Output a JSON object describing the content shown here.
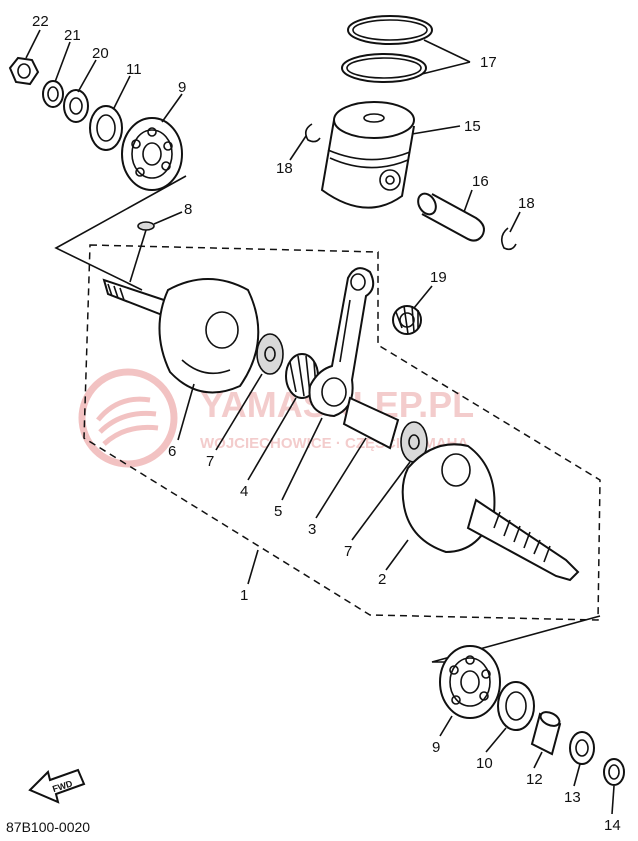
{
  "diagram": {
    "part_number_code": "87B100-0020",
    "fwd_label": "FWD",
    "watermark": {
      "title": "YAMASKLEP.PL",
      "subtitle": "WOJCIECHOWICE · CZĘŚCI YAMAHA"
    },
    "callouts": [
      {
        "key": "c22",
        "text": "22"
      },
      {
        "key": "c21",
        "text": "21"
      },
      {
        "key": "c20",
        "text": "20"
      },
      {
        "key": "c11",
        "text": "11"
      },
      {
        "key": "c9a",
        "text": "9"
      },
      {
        "key": "c17",
        "text": "17"
      },
      {
        "key": "c15",
        "text": "15"
      },
      {
        "key": "c18a",
        "text": "18"
      },
      {
        "key": "c16",
        "text": "16"
      },
      {
        "key": "c18b",
        "text": "18"
      },
      {
        "key": "c8",
        "text": "8"
      },
      {
        "key": "c19",
        "text": "19"
      },
      {
        "key": "c6",
        "text": "6"
      },
      {
        "key": "c7a",
        "text": "7"
      },
      {
        "key": "c4",
        "text": "4"
      },
      {
        "key": "c5",
        "text": "5"
      },
      {
        "key": "c3",
        "text": "3"
      },
      {
        "key": "c7b",
        "text": "7"
      },
      {
        "key": "c2",
        "text": "2"
      },
      {
        "key": "c1",
        "text": "1"
      },
      {
        "key": "c9b",
        "text": "9"
      },
      {
        "key": "c10",
        "text": "10"
      },
      {
        "key": "c12",
        "text": "12"
      },
      {
        "key": "c13",
        "text": "13"
      },
      {
        "key": "c14",
        "text": "14"
      }
    ]
  }
}
